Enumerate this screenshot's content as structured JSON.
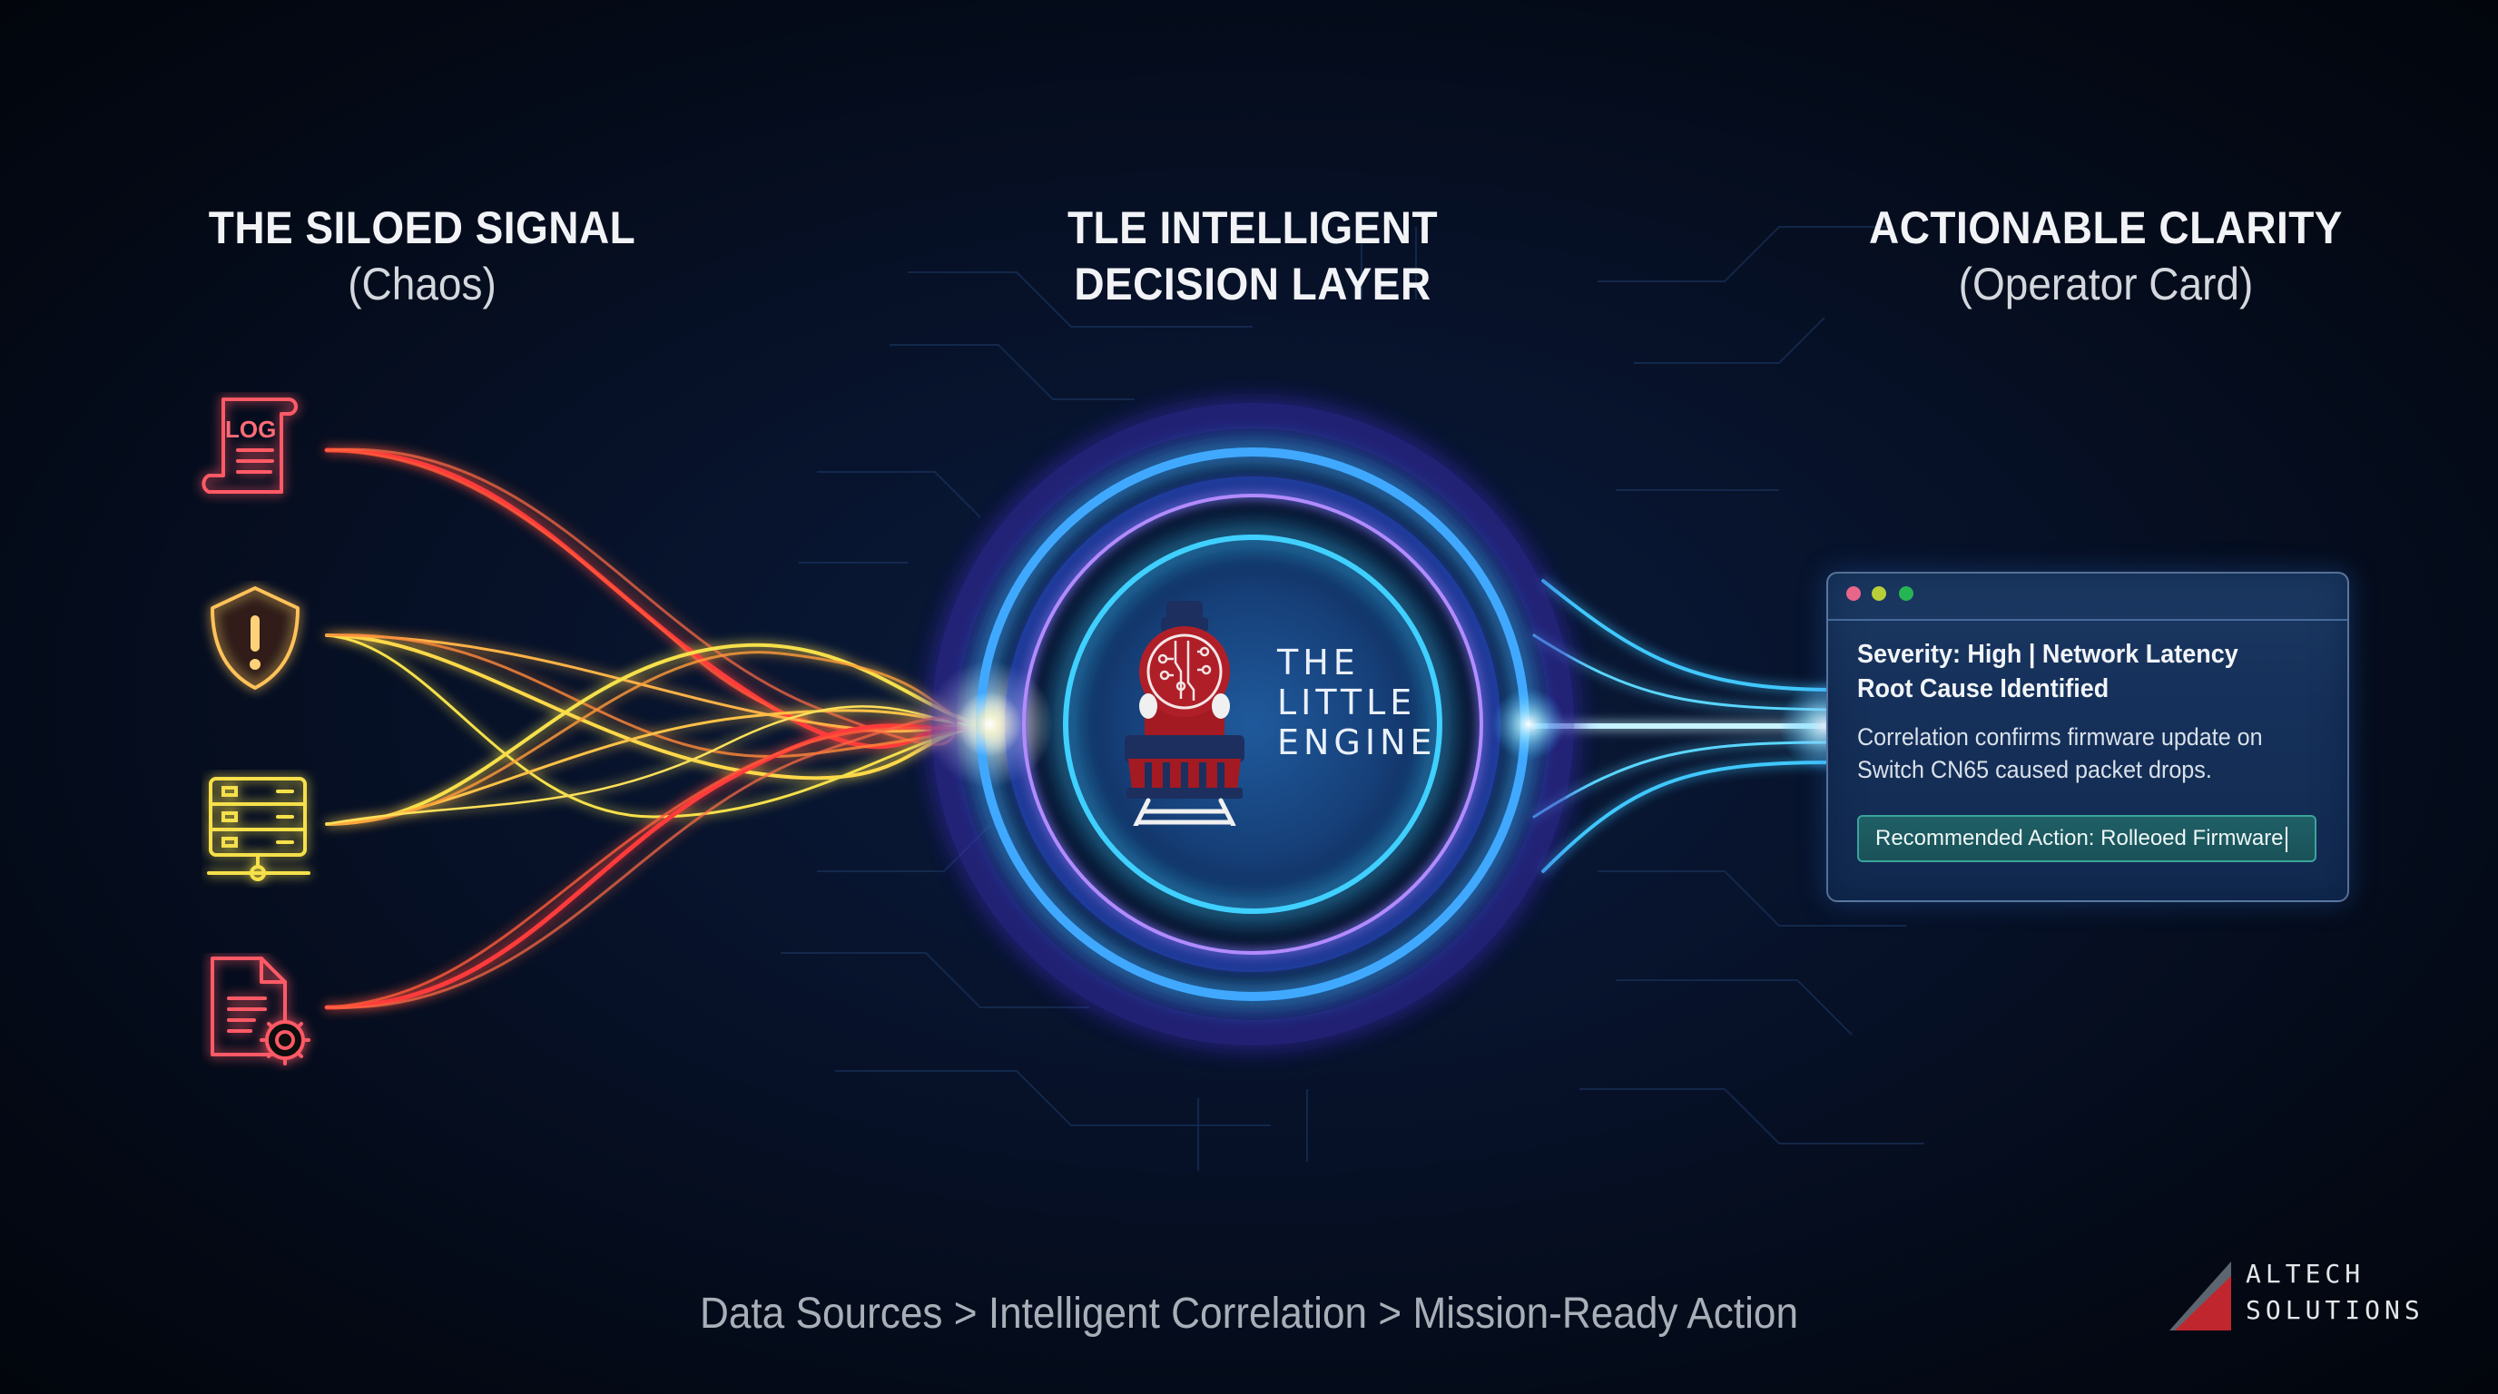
{
  "columns": {
    "left": {
      "title": "THE SILOED SIGNAL",
      "subtitle": "(Chaos)"
    },
    "middle": {
      "title_line1": "TLE INTELLIGENT",
      "title_line2": "DECISION LAYER"
    },
    "right": {
      "title": "ACTIONABLE CLARITY",
      "subtitle": "(Operator Card)"
    }
  },
  "sources": [
    {
      "icon": "log-scroll-icon",
      "label": "LOG",
      "color": "#ff4a55"
    },
    {
      "icon": "shield-alert-icon",
      "color": "#ffb347"
    },
    {
      "icon": "server-icon",
      "color": "#f6e04b"
    },
    {
      "icon": "document-gear-icon",
      "color": "#ff4a55"
    }
  ],
  "engine": {
    "name_line1": "THE",
    "name_line2": "LITTLE",
    "name_line3": "ENGINE",
    "logo_icon": "locomotive-circuit-icon",
    "ring_colors": [
      "#3fa9ff",
      "#a66bff",
      "#2fd4ff"
    ]
  },
  "operator_card": {
    "window_dots": [
      "#e8668a",
      "#b9cf3a",
      "#26b552"
    ],
    "title_line1": "Severity: High | Network Latency",
    "title_line2": "Root Cause Identified",
    "body_line1": "Correlation confirms firmware update on",
    "body_line2": "Switch CN65 caused packet drops.",
    "action_text": "Recommended Action:  Rolleoed Firmware"
  },
  "footer": {
    "tagline": "Data Sources > Intelligent Correlation > Mission-Ready Action"
  },
  "brand": {
    "line1": "ALTECH",
    "line2": "SOLUTIONS",
    "accent": "#c0262d"
  }
}
